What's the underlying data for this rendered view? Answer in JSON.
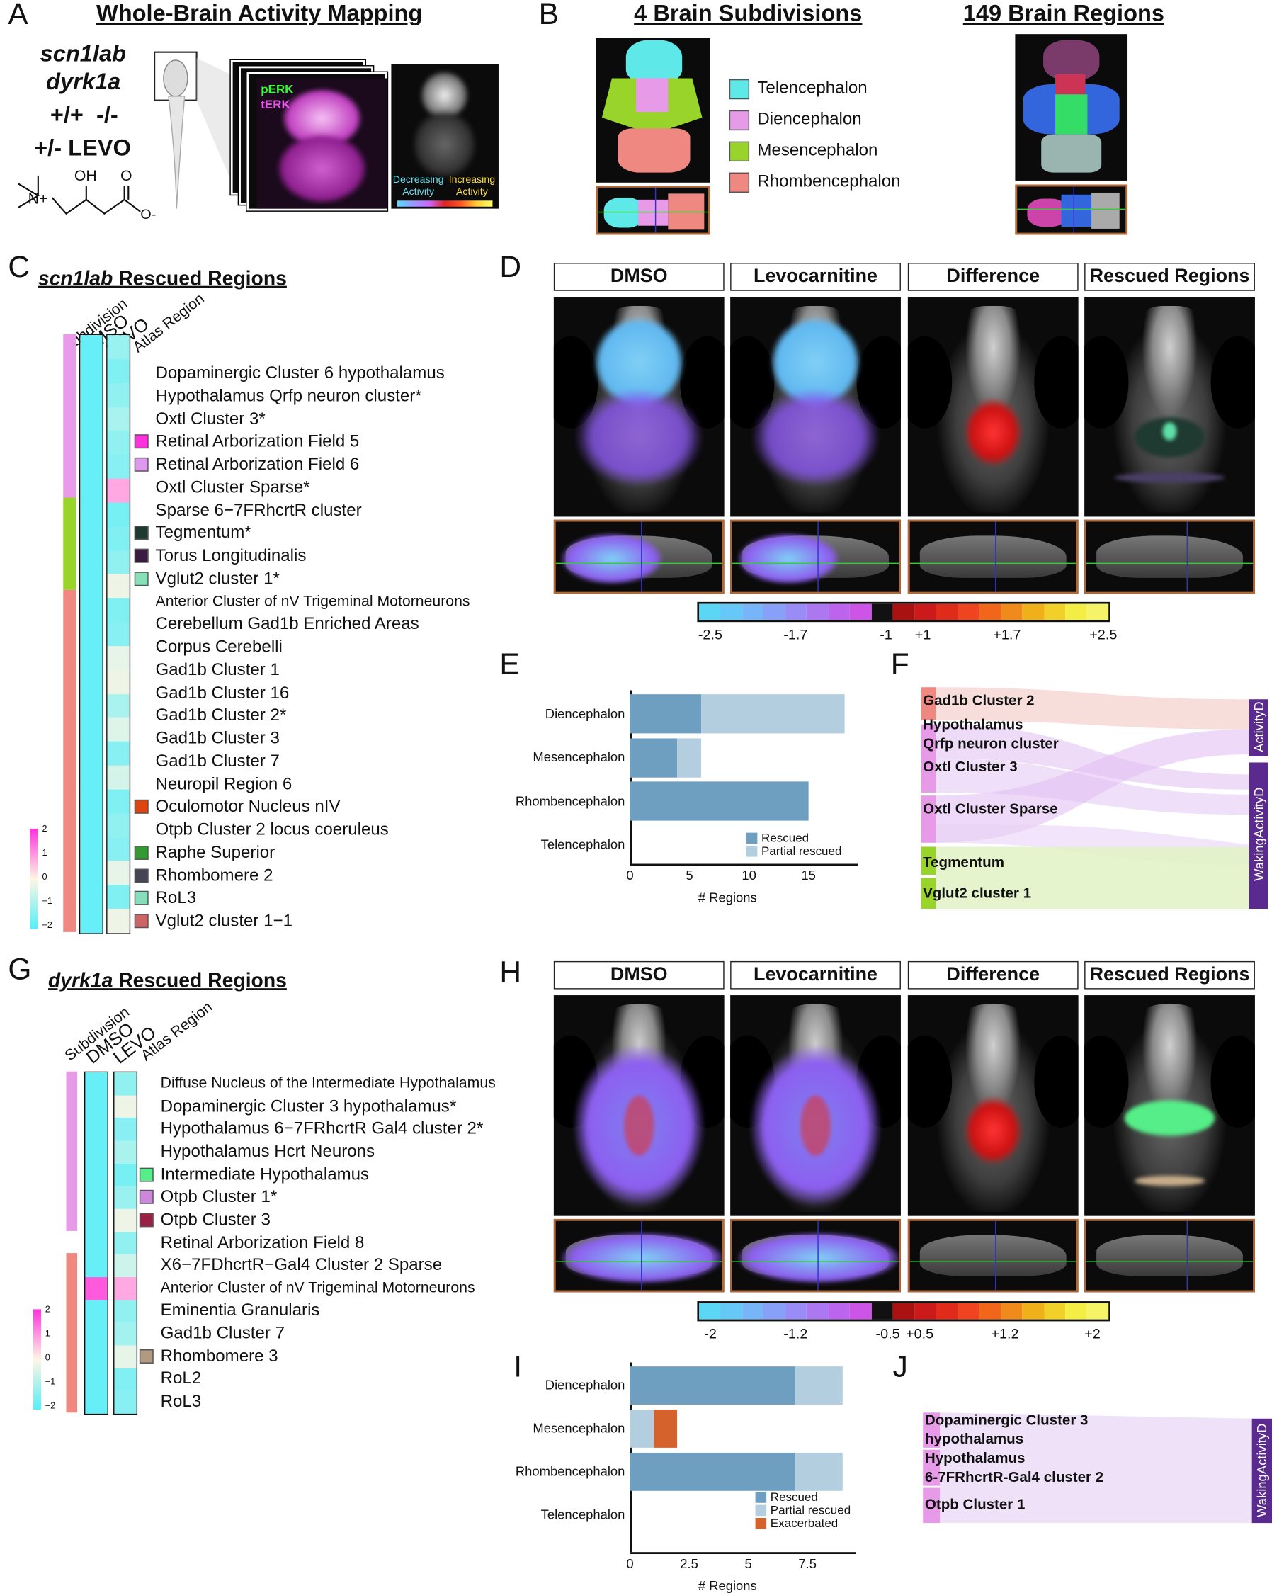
{
  "panelA": {
    "label": "A",
    "title": "Whole-Brain Activity Mapping",
    "gene1": "scn1lab",
    "gene2": "dyrk1a",
    "genotypes": "+/+  -/-",
    "treatment": "+/- LEVO",
    "perk": "pERK",
    "terk": "tERK",
    "decreasing": "Decreasing Activity",
    "increasing": "Increasing Activity",
    "mol_oh": "OH",
    "mol_o": "O",
    "mol_n": "N+",
    "mol_om": "O-"
  },
  "panelB": {
    "label": "B",
    "title1": "4 Brain Subdivisions",
    "title2": "149 Brain Regions",
    "legend": [
      {
        "name": "Telencephalon",
        "color": "#5ee8e8"
      },
      {
        "name": "Diencephalon",
        "color": "#e79ae8"
      },
      {
        "name": "Mesencephalon",
        "color": "#99d42a"
      },
      {
        "name": "Rhombencephalon",
        "color": "#ee8880"
      }
    ]
  },
  "panelC": {
    "label": "C",
    "title_gene": "scn1lab",
    "title_rest": " Rescued Regions",
    "col_headers": [
      "Subdivision",
      "DMSO",
      "LEVO",
      "Atlas Region"
    ],
    "scale_ticks": [
      "2",
      "1",
      "0",
      "−1",
      "−2"
    ],
    "rows": [
      {
        "name": "Dopaminergic Cluster 6 hypothalamus",
        "swatch": null,
        "dmso": -1.8,
        "levo": -1.2
      },
      {
        "name": "Hypothalamus Qrfp neuron cluster*",
        "swatch": null,
        "dmso": -1.8,
        "levo": -1.5
      },
      {
        "name": "Oxtl Cluster 3*",
        "swatch": null,
        "dmso": -1.8,
        "levo": -1.3
      },
      {
        "name": "Retinal Arborization Field 5",
        "swatch": "#ff33dd",
        "dmso": -1.8,
        "levo": -1.0
      },
      {
        "name": "Retinal Arborization Field 6",
        "swatch": "#dd99ee",
        "dmso": -1.8,
        "levo": -1.3
      },
      {
        "name": "Oxtl Cluster Sparse*",
        "swatch": null,
        "dmso": -1.8,
        "levo": -1.4
      },
      {
        "name": "Sparse 6−7FRhcrtR cluster",
        "swatch": null,
        "dmso": -1.8,
        "levo": 0.8
      },
      {
        "name": "Tegmentum*",
        "swatch": "#1e3a2e",
        "dmso": -1.8,
        "levo": -1.6
      },
      {
        "name": "Torus Longitudinalis",
        "swatch": "#3a1a40",
        "dmso": -1.8,
        "levo": -1.5
      },
      {
        "name": "Vglut2 cluster 1*",
        "swatch": "#88e0b8",
        "dmso": -1.8,
        "levo": -1.3
      },
      {
        "name": "Anterior Cluster of nV Trigeminal Motorneurons",
        "swatch": null,
        "small": true,
        "dmso": -1.8,
        "levo": -0.2
      },
      {
        "name": "Cerebellum Gad1b Enriched Areas",
        "swatch": null,
        "dmso": -1.8,
        "levo": -1.5
      },
      {
        "name": "Corpus Cerebelli",
        "swatch": null,
        "dmso": -1.8,
        "levo": -1.4
      },
      {
        "name": "Gad1b Cluster 1",
        "swatch": null,
        "dmso": -1.8,
        "levo": -0.3
      },
      {
        "name": "Gad1b Cluster 16",
        "swatch": null,
        "dmso": -1.8,
        "levo": -0.2
      },
      {
        "name": "Gad1b Cluster 2*",
        "swatch": null,
        "dmso": -1.8,
        "levo": -1.0
      },
      {
        "name": "Gad1b Cluster 3",
        "swatch": null,
        "dmso": -1.8,
        "levo": -0.4
      },
      {
        "name": "Gad1b Cluster 7",
        "swatch": null,
        "dmso": -1.8,
        "levo": -1.4
      },
      {
        "name": "Neuropil Region 6",
        "swatch": null,
        "dmso": -1.8,
        "levo": -0.5
      },
      {
        "name": "Oculomotor Nucleus nIV",
        "swatch": "#dd4411",
        "dmso": -1.8,
        "levo": -1.5
      },
      {
        "name": "Otpb Cluster 2 locus coeruleus",
        "swatch": null,
        "dmso": -1.8,
        "levo": -1.3
      },
      {
        "name": "Raphe Superior",
        "swatch": "#339933",
        "dmso": -1.8,
        "levo": -1.4
      },
      {
        "name": "Rhombomere 2",
        "swatch": "#444455",
        "dmso": -1.8,
        "levo": -0.3
      },
      {
        "name": "RoL3",
        "swatch": "#88ddbb",
        "dmso": -1.8,
        "levo": -1.5
      },
      {
        "name": "Vglut2 cluster 1−1",
        "swatch": "#cc6666",
        "dmso": -1.8,
        "levo": -0.2
      }
    ]
  },
  "panelD": {
    "label": "D",
    "headers": [
      "DMSO",
      "Levocarnitine",
      "Difference",
      "Rescued Regions"
    ],
    "colorbar_ticks": [
      "-2.5",
      "-1.7",
      "-1",
      "+1",
      "+1.7",
      "+2.5"
    ]
  },
  "panelG": {
    "label": "G",
    "title_gene": "dyrk1a",
    "title_rest": " Rescued Regions",
    "col_headers": [
      "Subdivision",
      "DMSO",
      "LEVO",
      "Atlas Region"
    ],
    "scale_ticks": [
      "2",
      "1",
      "0",
      "−1",
      "−2"
    ],
    "rows": [
      {
        "name": "Diffuse Nucleus of the Intermediate Hypothalamus",
        "swatch": null,
        "small": true,
        "dmso": -1.8,
        "levo": -1.3
      },
      {
        "name": "Dopaminergic Cluster 3 hypothalamus*",
        "swatch": null,
        "dmso": -1.8,
        "levo": -0.2
      },
      {
        "name": "Hypothalamus 6−7FRhcrtR Gal4 cluster 2*",
        "swatch": null,
        "dmso": -1.8,
        "levo": -1.4
      },
      {
        "name": "Hypothalamus Hcrt Neurons",
        "swatch": null,
        "dmso": -1.8,
        "levo": -1.0
      },
      {
        "name": "Intermediate Hypothalamus",
        "swatch": "#55ee88",
        "dmso": -1.8,
        "levo": -1.6
      },
      {
        "name": "Otpb Cluster 1*",
        "swatch": "#cc88dd",
        "dmso": -1.8,
        "levo": -1.2
      },
      {
        "name": "Otpb Cluster 3",
        "swatch": "#992244",
        "dmso": -1.8,
        "levo": -0.2
      },
      {
        "name": "Retinal Arborization Field 8",
        "swatch": null,
        "dmso": -1.8,
        "levo": -1.3
      },
      {
        "name": "X6−7FDhcrtR−Gal4 Cluster 2 Sparse",
        "swatch": null,
        "dmso": -1.8,
        "levo": -0.6
      },
      {
        "name": "Anterior Cluster of nV Trigeminal Motorneurons",
        "swatch": null,
        "small": true,
        "dmso": 1.6,
        "levo": 0.8
      },
      {
        "name": "Eminentia Granularis",
        "swatch": null,
        "dmso": -1.8,
        "levo": -1.3
      },
      {
        "name": "Gad1b Cluster 7",
        "swatch": null,
        "dmso": -1.8,
        "levo": -1.1
      },
      {
        "name": "Rhombomere 3",
        "swatch": "#b09a80",
        "dmso": -1.8,
        "levo": -0.3
      },
      {
        "name": "RoL2",
        "swatch": null,
        "dmso": -1.8,
        "levo": -1.5
      },
      {
        "name": "RoL3",
        "swatch": null,
        "dmso": -1.8,
        "levo": -1.4
      }
    ]
  },
  "panelH": {
    "label": "H",
    "headers": [
      "DMSO",
      "Levocarnitine",
      "Difference",
      "Rescued Regions"
    ],
    "colorbar_ticks": [
      "-2",
      "-1.2",
      "-0.5",
      "+0.5",
      "+1.2",
      "+2"
    ]
  },
  "panelE": {
    "label": "E"
  },
  "panelF": {
    "label": "F",
    "left_nodes": [
      "Gad1b Cluster 2",
      "Hypothalamus",
      "Qrfp neuron cluster",
      "Oxtl Cluster 3",
      "Oxtl Cluster Sparse",
      "Tegmentum",
      "Vglut2 cluster 1"
    ],
    "right_nodes": [
      "ActivityD",
      "WakingActivityD"
    ]
  },
  "panelI": {
    "label": "I"
  },
  "panelJ": {
    "label": "J",
    "left_nodes": [
      "Dopaminergic Cluster 3",
      "hypothalamus",
      "Hypothalamus",
      "6-7FRhcrtR-Gal4 cluster 2",
      "Otpb Cluster 1"
    ],
    "right_nodes": [
      "WakingActivityD"
    ]
  },
  "colors": {
    "rescued": "#6f9fc0",
    "partial": "#b3cedf",
    "exacerbated": "#d5612d",
    "sankey_right": "#5b2a8e"
  },
  "chart_data": [
    {
      "type": "bar",
      "panel": "E",
      "orientation": "horizontal",
      "stacked": true,
      "categories": [
        "Diencephalon",
        "Mesencephalon",
        "Rhombencephalon",
        "Telencephalon"
      ],
      "series": [
        {
          "name": "Rescued",
          "values": [
            6,
            4,
            15,
            0
          ]
        },
        {
          "name": "Partial rescued",
          "values": [
            12,
            2,
            0,
            0
          ]
        }
      ],
      "xlabel": "# Regions",
      "xticks": [
        "0",
        "5",
        "10",
        "15"
      ],
      "xlim": [
        0,
        19
      ],
      "legend": "bottom-right"
    },
    {
      "type": "bar",
      "panel": "I",
      "orientation": "horizontal",
      "stacked": true,
      "categories": [
        "Diencephalon",
        "Mesencephalon",
        "Rhombencephalon",
        "Telencephalon"
      ],
      "series": [
        {
          "name": "Rescued",
          "values": [
            7,
            0,
            7,
            0
          ]
        },
        {
          "name": "Partial rescued",
          "values": [
            2,
            1,
            2,
            0
          ]
        },
        {
          "name": "Exacerbated",
          "values": [
            0,
            1,
            0,
            0
          ]
        }
      ],
      "xlabel": "# Regions",
      "xticks": [
        "0",
        "2.5",
        "5",
        "7.5"
      ],
      "xlim": [
        0,
        9.5
      ],
      "legend": "bottom-right"
    }
  ]
}
